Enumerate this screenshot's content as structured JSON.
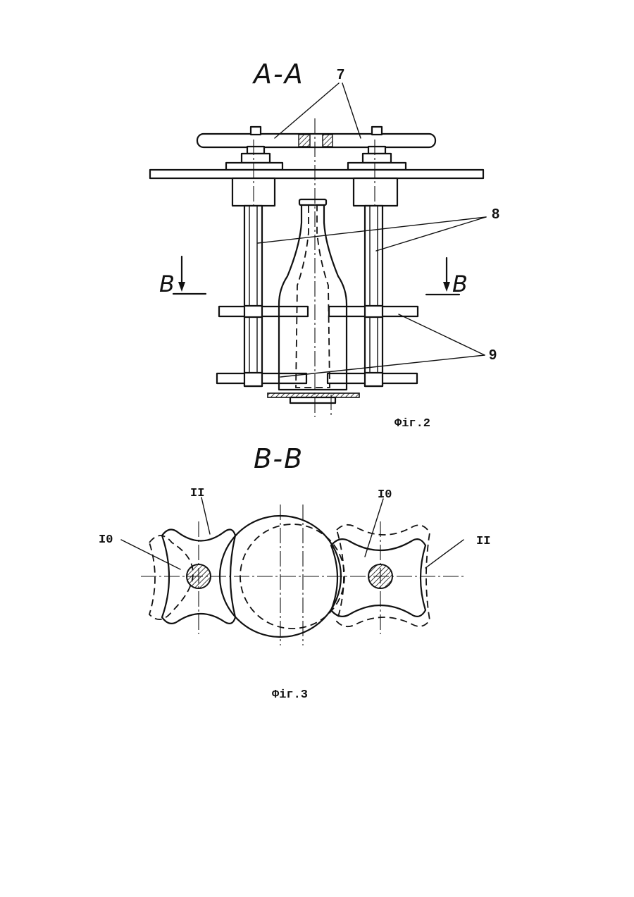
{
  "figure2": {
    "section_title": "A-A",
    "labels": {
      "plate": "7",
      "rod": "8",
      "star": "9"
    },
    "cut_marks": {
      "left": "B",
      "right": "B"
    },
    "caption": "Фіг.2"
  },
  "figure3": {
    "section_title": "B-B",
    "labels": {
      "left_outer": "I0",
      "left_top": "II",
      "right_top": "I0",
      "right_outer": "II"
    },
    "caption": "Фіг.3"
  }
}
